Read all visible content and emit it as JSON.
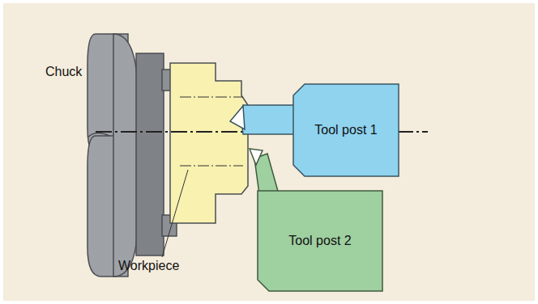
{
  "diagram": {
    "nodes": [
      {
        "text": [
          "Tool post 1"
        ]
      },
      {
        "text": [
          "Tool post 2"
        ]
      }
    ],
    "labels": [
      "Chuck",
      "Workpiece"
    ]
  }
}
